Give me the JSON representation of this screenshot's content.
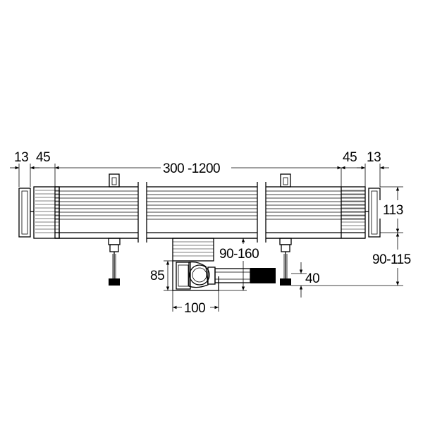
{
  "dimensions": {
    "end_cap_left": "13",
    "end_piece_left": "45",
    "channel_length": "300 -1200",
    "end_piece_right": "45",
    "end_cap_right": "13",
    "channel_height": "113",
    "drain_depth": "90-160",
    "overall_height": "90-115",
    "outlet_height": "85",
    "foot_height": "40",
    "outlet_width": "100"
  }
}
